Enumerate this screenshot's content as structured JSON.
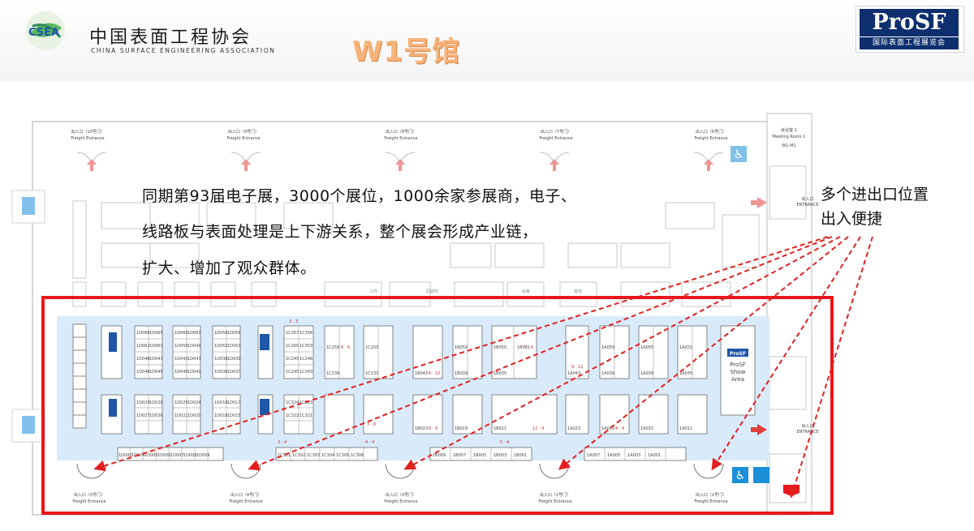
{
  "header": {
    "logo_text": "CSEA",
    "org_name_cn": "中国表面工程协会",
    "org_name_en": "CHINA SURFACE ENGINEERING ASSOCIATION",
    "hall_title": "W1号馆",
    "brand_name": "ProSF",
    "brand_subtitle": "国际表面工程展览会"
  },
  "info_text": {
    "line1": "同期第93届电子展，3000个展位，1000余家参展商，电子、",
    "line2": "线路板与表面处理是上下游关系，整个展会形成产业链，",
    "line3": "扩大、增加了观众群体。"
  },
  "side_note": {
    "line1": "多个进出口位置",
    "line2": "出入便捷"
  },
  "floor_plan": {
    "top_gates": [
      {
        "cn": "出入口（10号门）",
        "en": "Freight Entrance"
      },
      {
        "cn": "出入口（9号门）",
        "en": "Freight Entrance"
      },
      {
        "cn": "出入口（8号门）",
        "en": "Freight Entrance"
      },
      {
        "cn": "出入口（7号门）",
        "en": "Freight Entrance"
      },
      {
        "cn": "出入口（6号门）",
        "en": "Freight Entrance"
      }
    ],
    "bottom_gates": [
      {
        "cn": "出入口（5号门）",
        "en": "Freight Entrance"
      },
      {
        "cn": "出入口（4号门）",
        "en": "Freight Entrance"
      },
      {
        "cn": "出入口（3号门）",
        "en": "Freight Entrance"
      },
      {
        "cn": "出入口（2号门）",
        "en": "Freight Entrance"
      },
      {
        "cn": "出入口（1号门）",
        "en": "Freight Entrance"
      }
    ],
    "meeting_room": {
      "cn": "会议室 1",
      "en": "Meeting Room 1",
      "code": "W1-M1"
    },
    "entrance_cn": "出入口",
    "entrance_en": "ENTRANCE",
    "show_area": {
      "logo": "ProSF",
      "line1": "ProSF",
      "line2": "Show",
      "line3": "Area"
    },
    "top_labels": [
      "三环",
      "恒昌特",
      "尚美",
      "富茂"
    ],
    "booth_codes": {
      "colA": [
        "1D066",
        "1D065",
        "1D062",
        "1D063",
        "1D048",
        "1D047",
        "1D046",
        "1D045"
      ],
      "colB": [
        "1D060",
        "1D061",
        "1D050",
        "1D049",
        "1D042",
        "1D043",
        "1D040",
        "1D041"
      ],
      "colC": [
        "1D059",
        "1D058",
        "1D052",
        "1D053",
        "1D038",
        "1D039",
        "1D036",
        "1D037"
      ],
      "colD": [
        "1C267",
        "1C356",
        "1C265",
        "1C353",
        "1C245",
        "1C246",
        "1C245",
        "1C343"
      ],
      "lowA": [
        "1D029",
        "1D028",
        "1D027",
        "1D026"
      ],
      "lowB": [
        "1D025",
        "1D024",
        "1D021",
        "1D020"
      ],
      "lowC": [
        "1D018",
        "1D017",
        "1D016",
        "1D015"
      ],
      "lowD": [
        "1C324",
        "1C323",
        "1C322",
        "1C321"
      ],
      "row2": [
        "1C259",
        "1C239",
        "1C203",
        "1C233",
        "1B043",
        "1B059",
        "1B039",
        "1B055",
        "1B035",
        "1B031",
        "1A043",
        "1A039",
        "1A059",
        "1A039",
        "1A055",
        "1A035",
        "1A031"
      ],
      "row3": [
        "1B023",
        "1B019",
        "1B011",
        "1A023",
        "1A019",
        "1A015",
        "1A011"
      ],
      "bottom": [
        "1D003",
        "1D004",
        "1D005",
        "1D006",
        "1D007",
        "1D008",
        "1D009",
        "1C301",
        "1C302",
        "1C303",
        "1C304",
        "1C305",
        "1C306",
        "1B009",
        "1B007",
        "1B005",
        "1B003",
        "1B001",
        "1A007",
        "1A005",
        "1A003",
        "1A001"
      ],
      "size_labels": [
        "6 · 6",
        "6 · 12",
        "7 · 6",
        "6 · 9",
        "9 · 12",
        "12 · 9",
        "3 · 3",
        "3 · 4",
        "3 · 6",
        "4 · 4",
        "5 · 4",
        "4 · 9"
      ]
    }
  },
  "colors": {
    "highlight_border": "#e8161b",
    "arrow": "#e32020",
    "hall_title": "#f7b37a",
    "booth_area": "#d9ebfb",
    "brand_bg": "#0d2f6e"
  }
}
